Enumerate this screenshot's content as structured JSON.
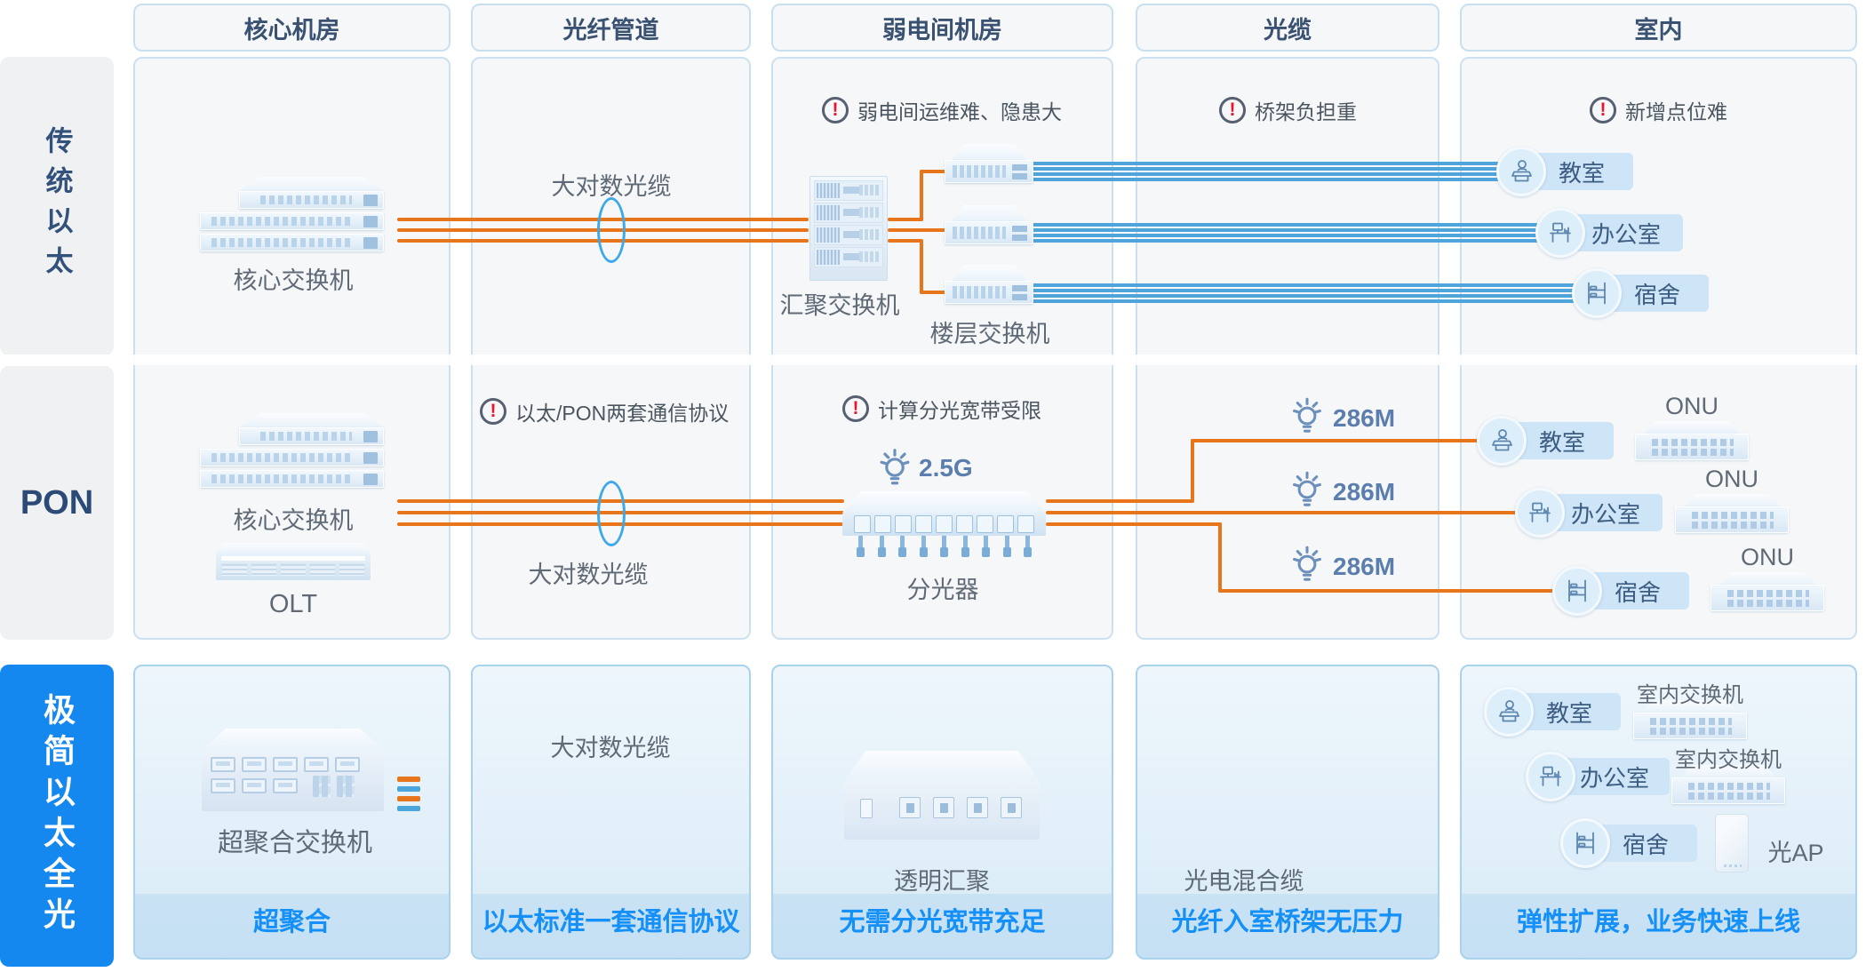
{
  "colors": {
    "accent_orange": "#E8751A",
    "cable_blue": "#4EA4DB",
    "benefit_blue": "#1590F8",
    "sidebar_blue": "#1588F0",
    "warning_red": "#E8132D"
  },
  "header": {
    "columns": [
      {
        "label": "核心机房"
      },
      {
        "label": "光纤管道"
      },
      {
        "label": "弱电间机房"
      },
      {
        "label": "光缆"
      },
      {
        "label": "室内"
      }
    ]
  },
  "row1": {
    "label": "传统以太",
    "core_switch_label": "核心交换机",
    "cable_label": "大对数光缆",
    "warning_room": "弱电间运维难、隐患大",
    "agg_switch_label": "汇聚交换机",
    "floor_switch_label": "楼层交换机",
    "warning_tray": "桥架负担重",
    "warning_points": "新增点位难",
    "rooms": [
      {
        "name": "教室"
      },
      {
        "name": "办公室"
      },
      {
        "name": "宿舍"
      }
    ]
  },
  "row2": {
    "label": "PON",
    "warning_protocol": "以太/PON两套通信协议",
    "core_switch_label": "核心交换机",
    "olt_label": "OLT",
    "cable_label": "大对数光缆",
    "warning_split": "计算分光宽带受限",
    "splitter_speed": "2.5G",
    "splitter_label": "分光器",
    "branches": [
      {
        "speed": "286M"
      },
      {
        "speed": "286M"
      },
      {
        "speed": "286M"
      }
    ],
    "rooms": [
      {
        "name": "教室",
        "device": "ONU"
      },
      {
        "name": "办公室",
        "device": "ONU"
      },
      {
        "name": "宿舍",
        "device": "ONU"
      }
    ]
  },
  "row3": {
    "label": "极简以太全光",
    "super_switch_label": "超聚合交换机",
    "benefit_core": "超聚合",
    "cable_label": "大对数光缆",
    "benefit_pipe": "以太标准一套通信协议",
    "trans_agg_label": "透明汇聚",
    "benefit_room": "无需分光宽带充足",
    "hybrid_cable_label": "光电混合缆",
    "benefit_cable": "光纤入室桥架无压力",
    "rooms": [
      {
        "name": "教室",
        "device": "室内交换机"
      },
      {
        "name": "办公室",
        "device": "室内交换机"
      },
      {
        "name": "宿舍",
        "device": "光AP"
      }
    ],
    "benefit_indoor": "弹性扩展，业务快速上线"
  }
}
